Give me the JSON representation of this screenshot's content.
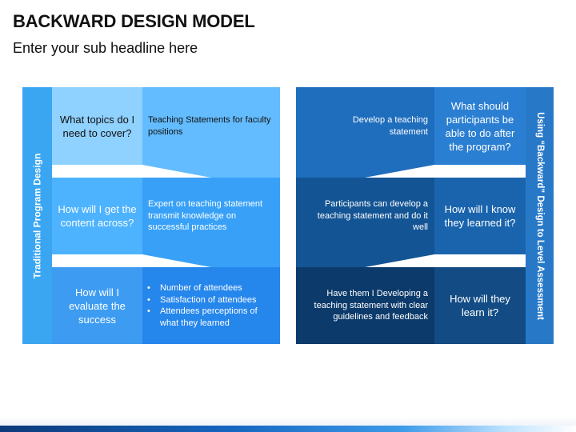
{
  "title": "BACKWARD DESIGN MODEL",
  "subtitle": "Enter your sub headline here",
  "left_panel": {
    "side_label": "Traditional Program Design",
    "rows": [
      {
        "question": "What topics do I need to cover?",
        "detail": "Teaching Statements for faculty positions"
      },
      {
        "question": "How will I get the content across?",
        "detail": "Expert on teaching statement transmit knowledge on successful practices"
      },
      {
        "question": "How will I evaluate the success",
        "bullets": [
          "Number of attendees",
          "Satisfaction of attendees",
          "Attendees perceptions of what they learned"
        ]
      }
    ]
  },
  "right_panel": {
    "side_label": "Using “Backward” Design to Level Assessment",
    "rows": [
      {
        "question": "What should participants be able to do after the program?",
        "detail": "Develop a teaching statement"
      },
      {
        "question": "How will I know they learned it?",
        "detail": "Participants can develop a teaching statement and do it well"
      },
      {
        "question": "How will they learn it?",
        "detail": "Have them I Developing a teaching statement with clear guidelines and feedback"
      }
    ]
  },
  "colors": {
    "left_label_bar": "#3aa6f2",
    "left_row1": "#8fd1ff",
    "left_row2": "#4db3ff",
    "left_row3": "#2f8fef",
    "right_row1": "#1f6dbd",
    "right_row2": "#135494",
    "right_row3": "#0c3a6b",
    "right_label_bar": "#2878c8"
  }
}
